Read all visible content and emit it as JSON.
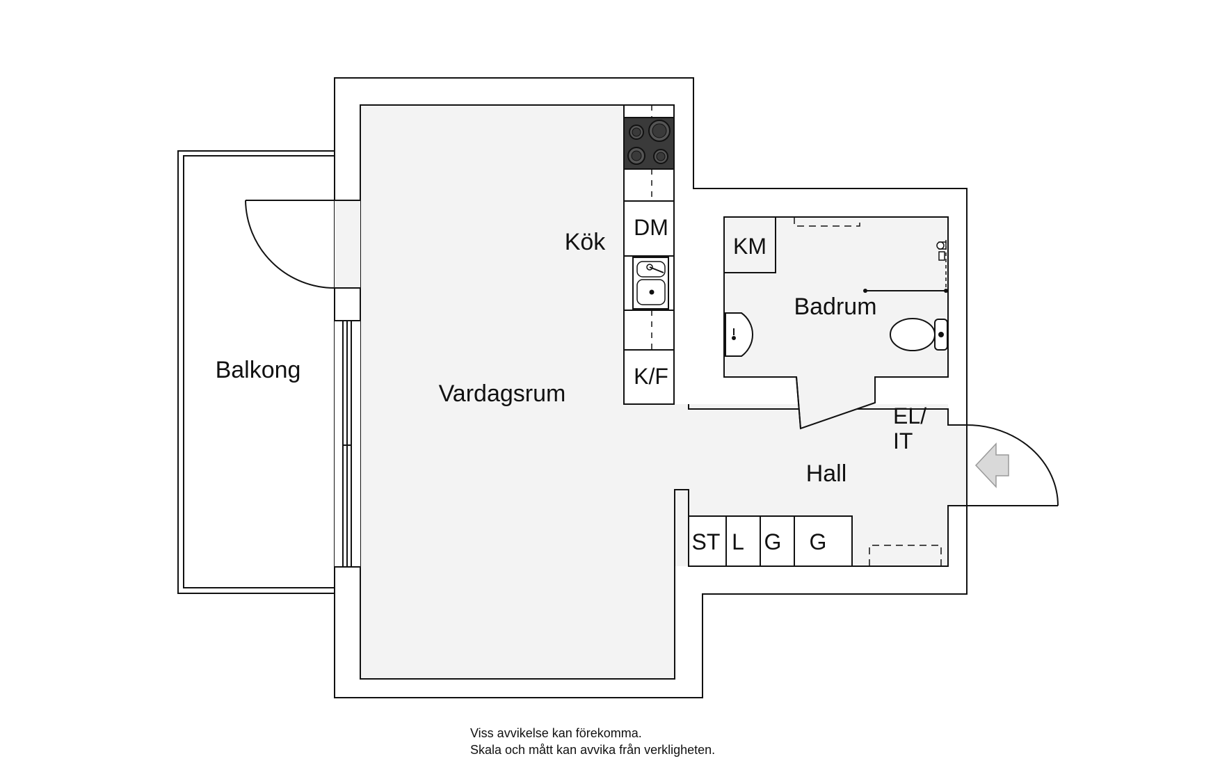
{
  "rooms": {
    "balkong": "Balkong",
    "vardagsrum": "Vardagsrum",
    "kok": "Kök",
    "badrum": "Badrum",
    "hall": "Hall"
  },
  "fixtures": {
    "dm": "DM",
    "kf": "K/F",
    "km": "KM",
    "el_it_line1": "EL/",
    "el_it_line2": "IT",
    "st": "ST",
    "l": "L",
    "g1": "G",
    "g2": "G"
  },
  "disclaimer": {
    "line1": "Viss avvikelse kan förekomma.",
    "line2": "Skala och mått kan avvika från verkligheten."
  },
  "colors": {
    "floor": "#f3f3f3",
    "wall": "#111111",
    "stove": "#3a3a3a",
    "entry_arrow": "#d9d9d9"
  }
}
